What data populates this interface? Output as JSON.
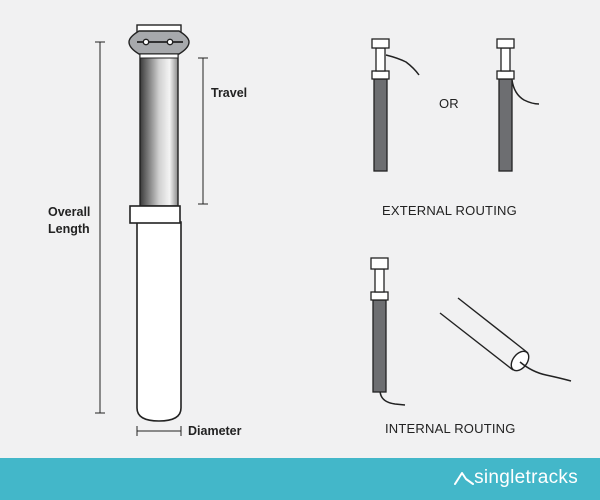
{
  "labels": {
    "travel": "Travel",
    "overall_line1": "Overall",
    "overall_line2": "Length",
    "diameter": "Diameter",
    "or": "OR",
    "external_routing": "EXTERNAL ROUTING",
    "internal_routing": "INTERNAL ROUTING"
  },
  "brand": {
    "name": "singletracks",
    "logo_icon": "singletracks-mountain-icon"
  },
  "colors": {
    "background": "#f1f1f2",
    "footer": "#43b7c9",
    "line": "#222222"
  }
}
